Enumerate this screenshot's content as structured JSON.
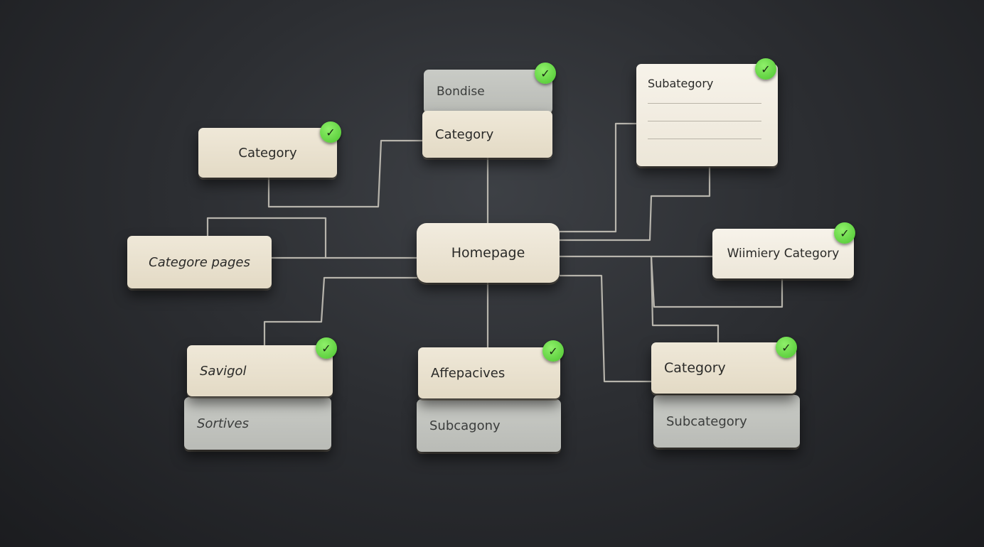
{
  "diagram": {
    "nodes": {
      "homepage": "Homepage",
      "category_top_left": "Category",
      "category_pages": "Categore pages",
      "bondise": "Bondise",
      "category_top_center": "Category",
      "subategory_doc": "Subategory",
      "wiimiery_category": "Wiimiery Category",
      "savigol": "Savigol",
      "sortives": "Sortives",
      "affepacives": "Affepacives",
      "subcagony": "Subcagony",
      "category_bottom_right": "Category",
      "subcategory_bottom_right": "Subcategory"
    },
    "check_icon": "check-icon",
    "colors": {
      "background": "#2c2e32",
      "card": "#e9e1cf",
      "card_grey": "#c2c4bf",
      "connector": "#cfcbc1",
      "check": "#6cdc45"
    }
  }
}
